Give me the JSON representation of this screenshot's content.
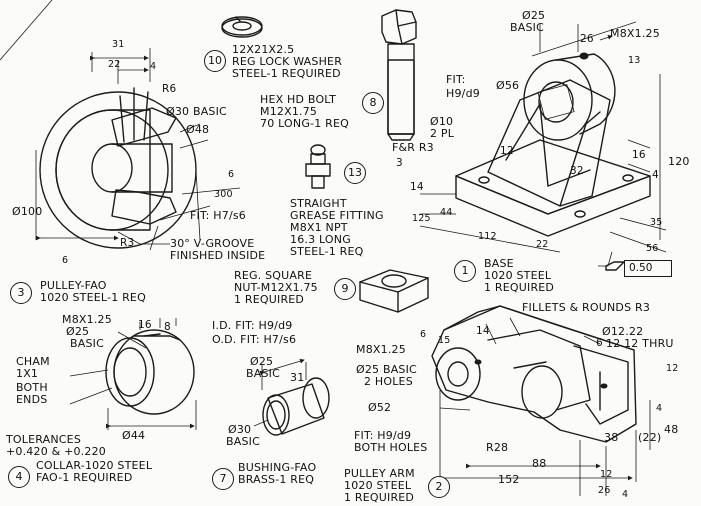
{
  "parts": {
    "pulley": {
      "number": "3",
      "name": "PULLEY-FAO",
      "material": "1020 STEEL-1 REQ",
      "dims": [
        "31",
        "22",
        "4",
        "R6",
        "Ø30 BASIC",
        "Ø48",
        "Ø100",
        "R3",
        "6",
        "300",
        "6"
      ],
      "fit": "FIT: H7/s6",
      "groove_note_1": "30° V-GROOVE",
      "groove_note_2": "FINISHED INSIDE"
    },
    "washer": {
      "number": "10",
      "size": "12X21X2.5",
      "name": "REG LOCK WASHER",
      "material": "STEEL-1 REQUIRED"
    },
    "bolt": {
      "number": "8",
      "name": "HEX HD BOLT",
      "size": "M12X1.75",
      "length": "70 LONG-1 REQ"
    },
    "grease_fitting": {
      "number": "13",
      "line1": "STRAIGHT",
      "line2": "GREASE FITTING",
      "line3": "M8X1 NPT",
      "line4": "16.3 LONG",
      "line5": "STEEL-1 REQ"
    },
    "nut": {
      "number": "9",
      "line1": "REG. SQUARE",
      "line2": "NUT-M12X1.75",
      "line3": "1 REQUIRED"
    },
    "base": {
      "number": "1",
      "name": "BASE",
      "material": "1020 STEEL",
      "qty": "1 REQUIRED",
      "dims": [
        "Ø25",
        "BASIC",
        "26",
        "M8X1.25",
        "13",
        "FIT:",
        "Ø56",
        "H9/d9",
        "Ø10",
        "2 PL",
        "F&R R3",
        "3",
        "14",
        "12",
        "32",
        "16",
        "4",
        "120",
        "44",
        "125",
        "112",
        "22",
        "35",
        "56"
      ],
      "flatness": "0.50"
    },
    "collar": {
      "number": "4",
      "name": "COLLAR-1020 STEEL",
      "req": "FAO-1 REQUIRED",
      "dims": [
        "M8X1.25",
        "Ø25",
        "BASIC",
        "16",
        "8",
        "CHAM",
        "1X1",
        "BOTH",
        "ENDS",
        "Ø44"
      ],
      "tol_title": "TOLERANCES",
      "tol_value": "+0.420 & +0.220"
    },
    "bushing": {
      "number": "7",
      "name": "BUSHING-FAO",
      "material": "BRASS-1 REQ",
      "id_fit": "I.D. FIT: H9/d9",
      "od_fit": "O.D. FIT: H7/s6",
      "dims": [
        "Ø25",
        "BASIC",
        "31",
        "Ø30",
        "BASIC"
      ]
    },
    "pulley_arm": {
      "number": "2",
      "name": "PULLEY ARM",
      "material": "1020 STEEL",
      "qty": "1 REQUIRED",
      "fillets": "FILLETS & ROUNDS R3",
      "thru_1": "Ø12.22",
      "thru_2": "12.12 THRU",
      "holes_1": "Ø25 BASIC",
      "holes_2": "2 HOLES",
      "fit_1": "FIT: H9/d9",
      "fit_2": "BOTH HOLES",
      "dims": [
        "M8X1.25",
        "6",
        "15",
        "14",
        "6",
        "12",
        "Ø52",
        "R28",
        "88",
        "152",
        "38",
        "(22)",
        "4",
        "48",
        "12",
        "26",
        "4"
      ]
    }
  },
  "colors": {
    "ink": "#1b1b1b",
    "paper": "#fbfbf9"
  }
}
